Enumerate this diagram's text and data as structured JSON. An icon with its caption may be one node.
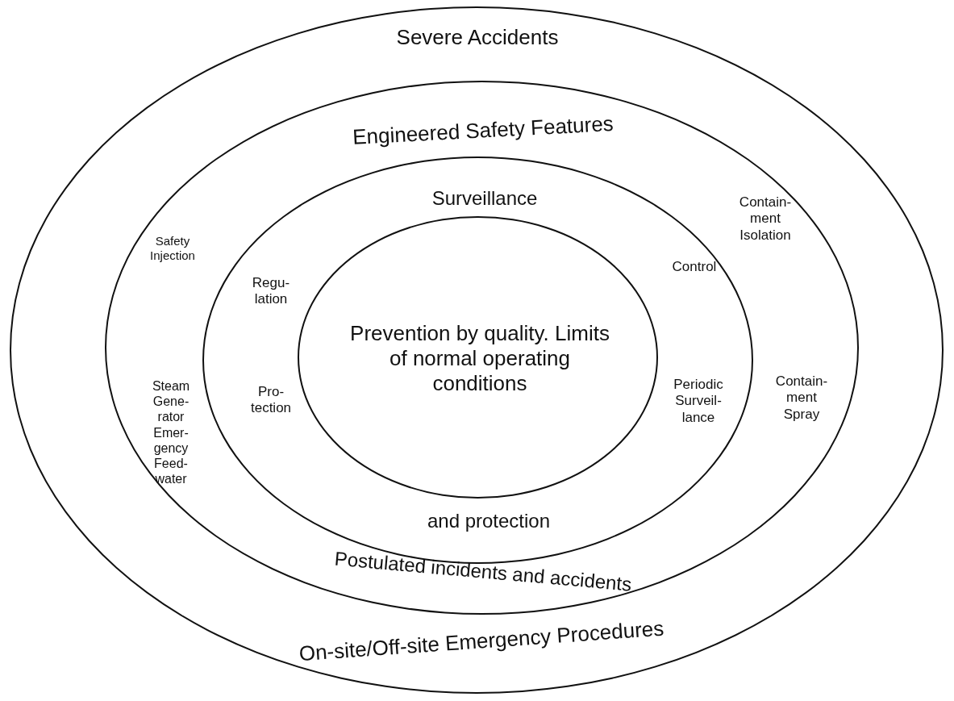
{
  "diagram": {
    "nodes": [
      {
        "text": [
          "Severe Accidents",
          "On-site/Off-site Emergency Procedures"
        ]
      },
      {
        "text": [
          "Engineered Safety Features",
          "Postulated incidents and accidents",
          "Safety Injection",
          "Contain- ment Isolation",
          "Steam Gene- rator Emer- gency Feed- water",
          "Contain- ment Spray"
        ],
        "in": 0
      },
      {
        "text": [
          "Surveillance",
          "and protection",
          "Regu- lation",
          "Control",
          "Pro- tection",
          "Periodic Surveil- lance"
        ],
        "in": 1
      },
      {
        "text": [
          "Prevention by quality. Limits of normal operating conditions"
        ],
        "in": 2
      }
    ]
  }
}
